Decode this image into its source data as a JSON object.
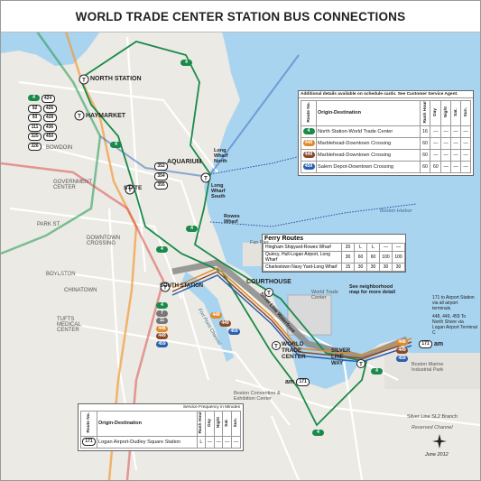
{
  "title": "WORLD TRADE CENTER STATION BUS CONNECTIONS",
  "legend_top": {
    "note": "Additional details available on schedule cards. See Customer Service Agent.",
    "freq_header": "Service Frequency in Minutes",
    "col_route": "Route No.",
    "col_od": "Origin-Destination",
    "col_rush": "Rush Hour",
    "col_day": "Day",
    "col_night": "Night",
    "col_sat": "Sat.",
    "col_sun": "Sun.",
    "rows": [
      {
        "route": "4",
        "color": "#1a8a4a",
        "outline": false,
        "od": "North Station-World Trade Center",
        "rush": "16",
        "day": "—",
        "night": "—",
        "sat": "—",
        "sun": "—"
      },
      {
        "route": "448",
        "color": "#e08a2a",
        "outline": false,
        "od": "Marblehead-Downtown Crossing",
        "rush": "60",
        "day": "—",
        "night": "—",
        "sat": "—",
        "sun": "—"
      },
      {
        "route": "449",
        "color": "#8a4a2a",
        "outline": false,
        "od": "Marblehead-Downtown Crossing",
        "rush": "60",
        "day": "—",
        "night": "—",
        "sat": "—",
        "sun": "—"
      },
      {
        "route": "459",
        "color": "#2a5fb0",
        "outline": false,
        "od": "Salem Depot-Downtown Crossing",
        "rush": "60",
        "day": "60",
        "night": "—",
        "sat": "—",
        "sun": "—"
      }
    ]
  },
  "legend_bottom": {
    "freq_header": "Service Frequency in Minutes",
    "col_route": "Route No.",
    "col_od": "Origin-Destination",
    "col_rush": "Rush Hour",
    "col_day": "Day",
    "col_night": "Night",
    "col_sat": "Sat.",
    "col_sun": "Sun.",
    "rows": [
      {
        "route": "171",
        "color": "#ffffff",
        "outline": true,
        "od": "Logan Airport-Dudley Square Station",
        "rush": "L",
        "day": "—",
        "night": "—",
        "sat": "—",
        "sun": "—"
      }
    ]
  },
  "ferry": {
    "title": "Ferry Routes",
    "rows": [
      {
        "od": "Hingham Shipyard-Rowes Wharf",
        "c1": "20",
        "c2": "L",
        "c3": "L",
        "c4": "—",
        "c5": "—"
      },
      {
        "od": "Quincy, Hull-Logan Airport, Long Wharf",
        "c1": "30",
        "c2": "60",
        "c3": "60",
        "c4": "100",
        "c5": "100"
      },
      {
        "od": "Charlestown Navy Yard-Long Wharf",
        "c1": "15",
        "c2": "30",
        "c3": "30",
        "c4": "30",
        "c5": "30"
      }
    ]
  },
  "stations": {
    "north_station": "NORTH STATION",
    "haymarket": "HAYMARKET",
    "aquarium": "AQUARIUM",
    "state": "STATE",
    "south_station": "SOUTH STATION",
    "courthouse": "COURTHOUSE",
    "world_trade_center": "WORLD TRADE CENTER",
    "silver_line_way": "SILVER LINE WAY",
    "downtown_crossing": "DOWNTOWN CROSSING",
    "park_st": "PARK ST",
    "government_center": "GOVERNMENT CENTER",
    "bowdoin": "BOWDOIN",
    "chinatown": "CHINATOWN",
    "boylston": "BOYLSTON",
    "tufts": "TUFTS MEDICAL CENTER"
  },
  "places": {
    "long_wharf_north": "Long Wharf North",
    "long_wharf_south": "Long Wharf South",
    "rowes_wharf": "Rowes Wharf",
    "silver_line_waterfront": "Silver Line Waterfront",
    "wtc_label": "World Trade Center",
    "neighborhood_note": "See neighborhood map for more detail",
    "airport_note": "171 to Airport Station via all airport terminals",
    "north_shore_note": "448, 449, 459 To North Shore via Logan Airport Terminal C",
    "convention": "Boston Convention & Exhibition Center",
    "marine_park": "Boston Marine Industrial Park",
    "fan_pier": "Fan Pier",
    "am_label": "am",
    "sl2": "Silver Line SL2 Branch",
    "reserved_channel": "Reserved Channel",
    "date": "June 2012",
    "harbor": "Boston Harbor",
    "fort_point": "Fort Point Channel"
  },
  "route_badges": {
    "north_station_routes": [
      "4",
      "424",
      "92",
      "426",
      "93",
      "428",
      "111",
      "436",
      "325",
      "450",
      "326"
    ],
    "south_station_routes": [
      "4",
      "7",
      "11",
      "448",
      "449",
      "459"
    ],
    "state_routes": [
      "352",
      "354",
      "355"
    ],
    "route4": "4",
    "route448": "448",
    "route449": "449",
    "route459": "459",
    "route171": "171"
  },
  "colors": {
    "water": "#a9d4f0",
    "land": "#eceae4",
    "route4": "#1a8a4a",
    "route448": "#e08a2a",
    "route449": "#8a4a2a",
    "route459": "#2a5fb0",
    "silver": "#8a8a8a"
  }
}
